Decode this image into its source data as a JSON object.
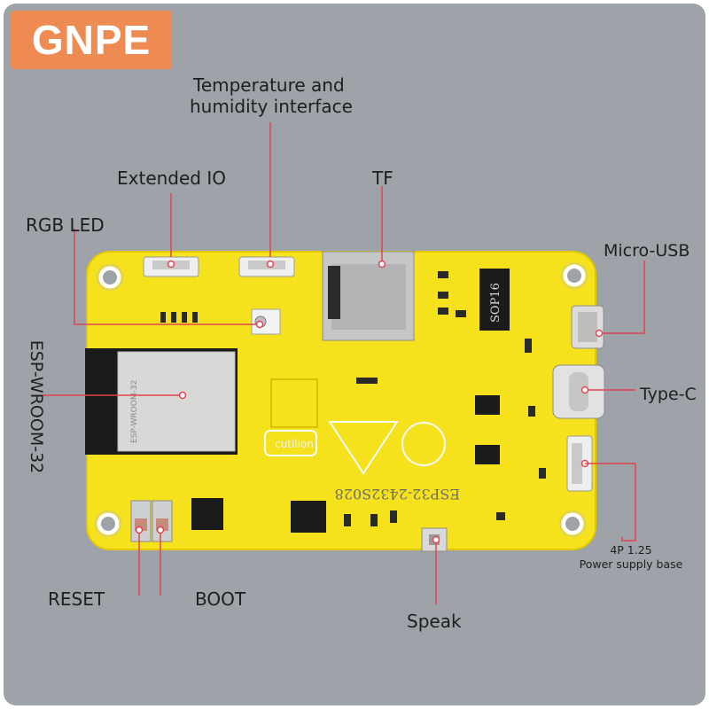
{
  "brand": "GNPE",
  "colors": {
    "background": "#9da3a8",
    "board": "#f6e21c",
    "leader": "#e0454f",
    "brand_badge": "#ee8b53"
  },
  "labels": {
    "temperature_line1": "Temperature and",
    "temperature_line2": "humidity interface",
    "extended_io": "Extended IO",
    "tf": "TF",
    "rgb_led": "RGB LED",
    "micro_usb": "Micro-USB",
    "esp_wroom": "ESP-WROOM-32",
    "type_c": "Type-C",
    "power_line1": "4P 1.25",
    "power_line2": "Power supply base",
    "reset": "RESET",
    "boot": "BOOT",
    "speak": "Speak"
  },
  "board_silkscreen": {
    "chip_sop16": "SOP16",
    "module_text": "ESP-WROOM-32",
    "board_name": "ESP32-2432S028",
    "logo": "cutilion"
  }
}
